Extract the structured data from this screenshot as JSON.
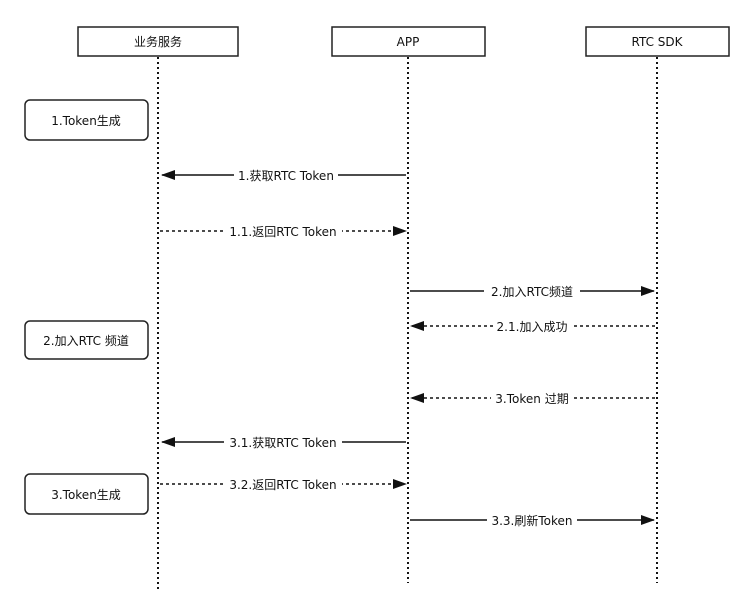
{
  "participants": [
    {
      "label": "业务服务"
    },
    {
      "label": "APP"
    },
    {
      "label": "RTC SDK"
    }
  ],
  "notes": [
    {
      "label": "1.Token生成"
    },
    {
      "label": "2.加入RTC 频道"
    },
    {
      "label": "3.Token生成"
    }
  ],
  "messages": [
    {
      "label": "1.获取RTC Token",
      "from": 1,
      "to": 0,
      "style": "solid"
    },
    {
      "label": "1.1.返回RTC Token",
      "from": 0,
      "to": 1,
      "style": "dashed"
    },
    {
      "label": "2.加入RTC频道",
      "from": 1,
      "to": 2,
      "style": "solid"
    },
    {
      "label": "2.1.加入成功",
      "from": 2,
      "to": 1,
      "style": "dashed"
    },
    {
      "label": "3.Token 过期",
      "from": 2,
      "to": 1,
      "style": "dashed"
    },
    {
      "label": "3.1.获取RTC Token",
      "from": 1,
      "to": 0,
      "style": "solid"
    },
    {
      "label": "3.2.返回RTC Token",
      "from": 0,
      "to": 1,
      "style": "dashed"
    },
    {
      "label": "3.3.刷新Token",
      "from": 1,
      "to": 2,
      "style": "solid"
    }
  ]
}
